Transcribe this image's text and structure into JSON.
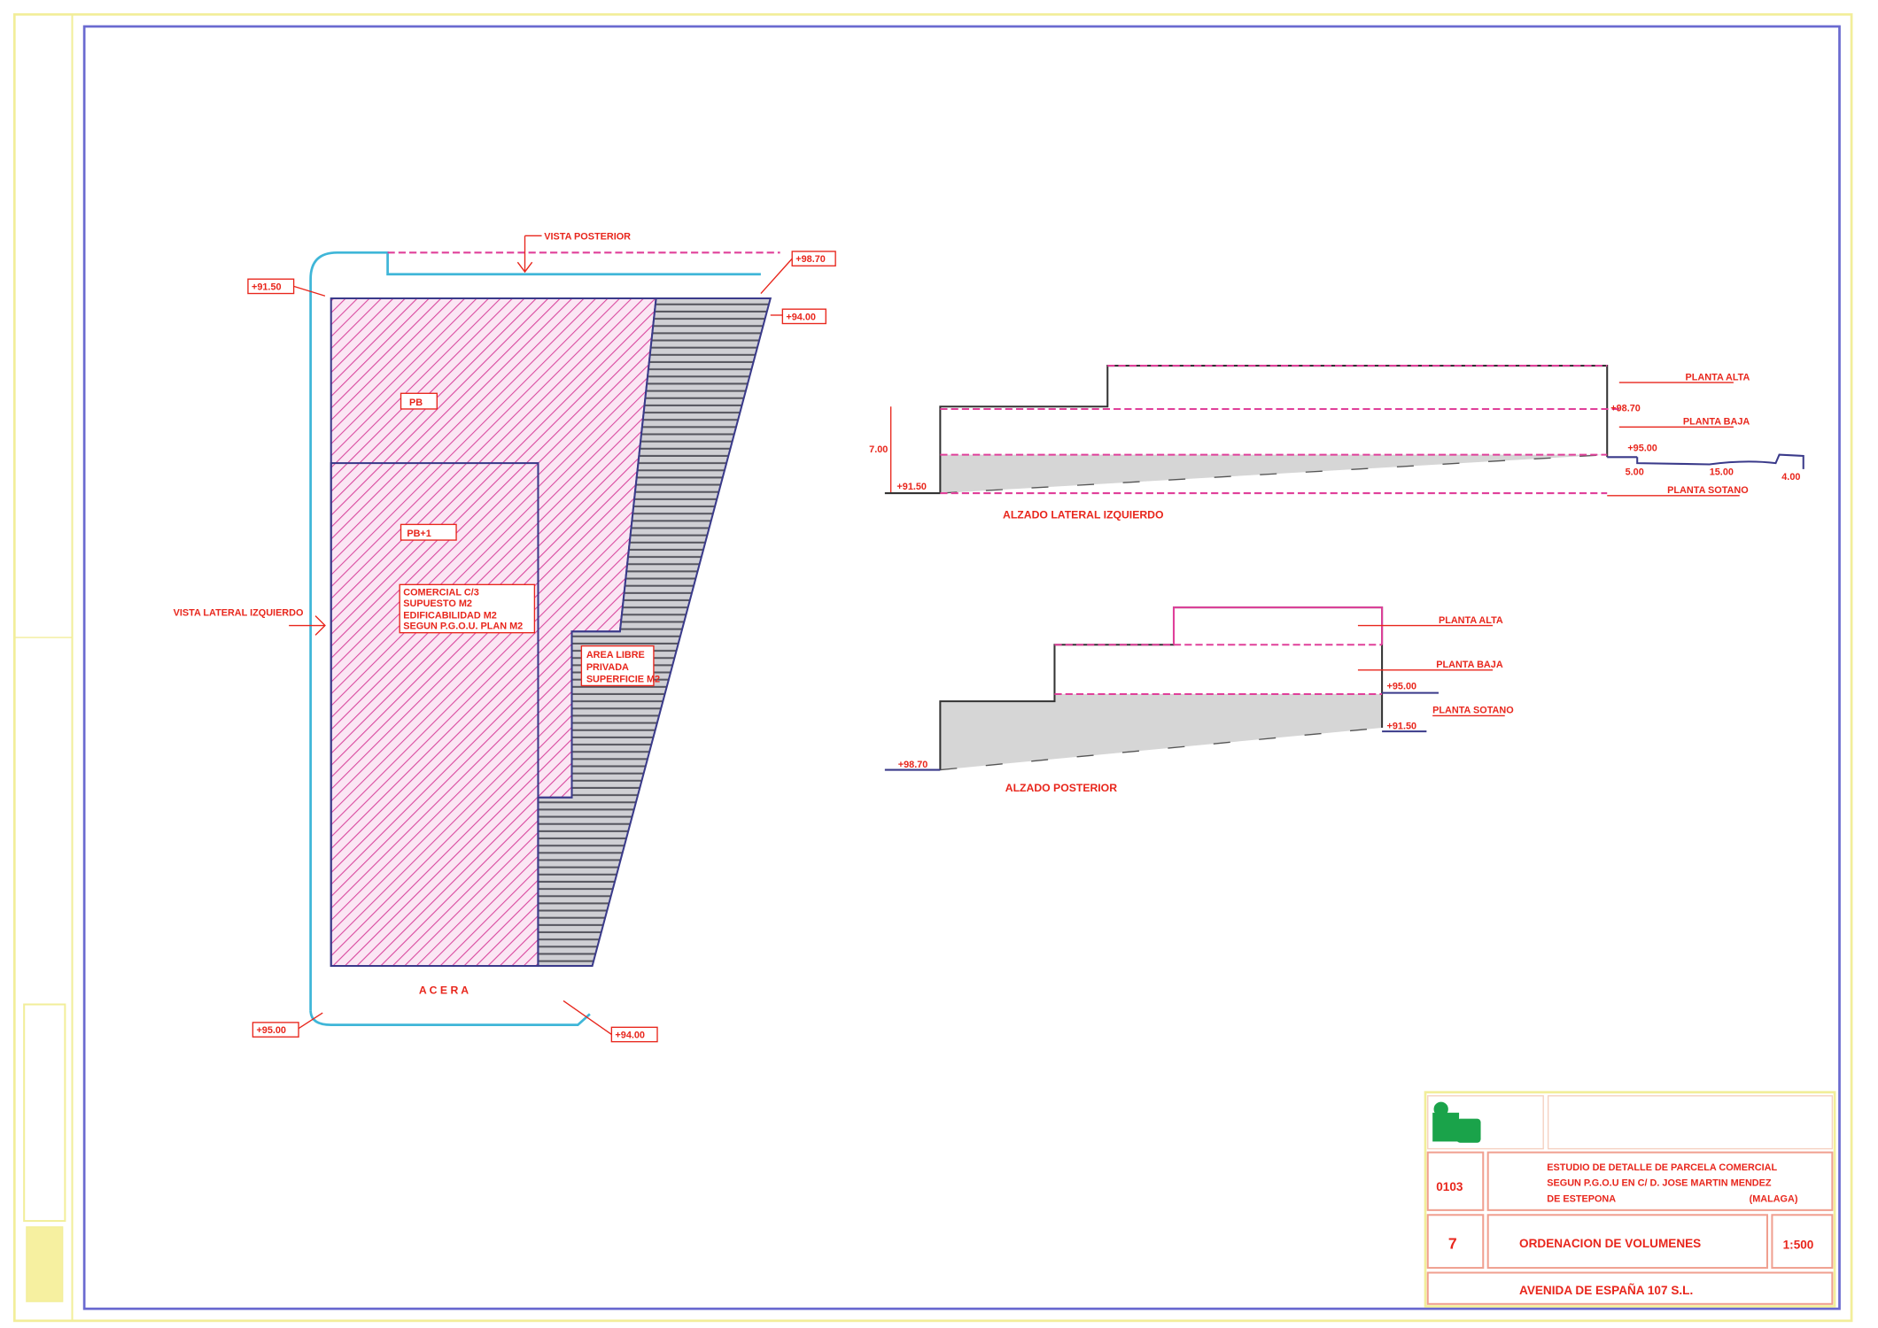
{
  "plan": {
    "vista_posterior": "VISTA POSTERIOR",
    "vista_lateral": "VISTA LATERAL IZQUIERDO",
    "level_top_left": "+91.50",
    "level_top_right": "+98.70",
    "level_right": "+94.00",
    "level_bottom_left": "+95.00",
    "level_bottom_right": "+94.00",
    "zone_pb": "PB",
    "zone_pb1": "PB+1",
    "comercial_lines": [
      "COMERCIAL C/3",
      "SUPUESTO M2",
      "EDIFICABILIDAD M2",
      "SEGUN P.G.O.U. PLAN M2"
    ],
    "area_libre_lines": [
      "AREA LIBRE",
      "PRIVADA",
      "SUPERFICIE M2"
    ],
    "acera": "A C E R A"
  },
  "elevation_lateral": {
    "caption": "ALZADO LATERAL IZQUIERDO",
    "height_dim": "7.00",
    "planta_alta": "PLANTA ALTA",
    "planta_baja": "PLANTA BAJA",
    "planta_sotano": "PLANTA SOTANO",
    "level_mid": "+95.00",
    "level_base": "+91.50",
    "level_top": "+98.70",
    "dims": [
      "5.00",
      "15.00",
      "4.00"
    ]
  },
  "elevation_posterior": {
    "caption": "ALZADO POSTERIOR",
    "planta_alta": "PLANTA ALTA",
    "planta_baja": "PLANTA BAJA",
    "planta_sotano": "PLANTA SOTANO",
    "level_mid": "+95.00",
    "level_low": "+91.50",
    "level_base": "+98.70"
  },
  "title_block": {
    "plan_number": "0103",
    "project_lines": [
      "ESTUDIO DE DETALLE DE PARCELA COMERCIAL",
      "SEGUN P.G.O.U EN C/ D. JOSE MARTIN MENDEZ",
      "DE ESTEPONA"
    ],
    "project_location": "(MALAGA)",
    "sheet_number": "7",
    "sheet_title": "ORDENACION DE VOLUMENES",
    "scale": "1:500",
    "client": "AVENIDA DE ESPAÑA 107 S.L."
  },
  "colors": {
    "red": "#e8261c",
    "pink": "#e0409a",
    "cyan": "#3fb6d8",
    "navy": "#3a3a8a",
    "yellow": "#f2ee9a"
  }
}
